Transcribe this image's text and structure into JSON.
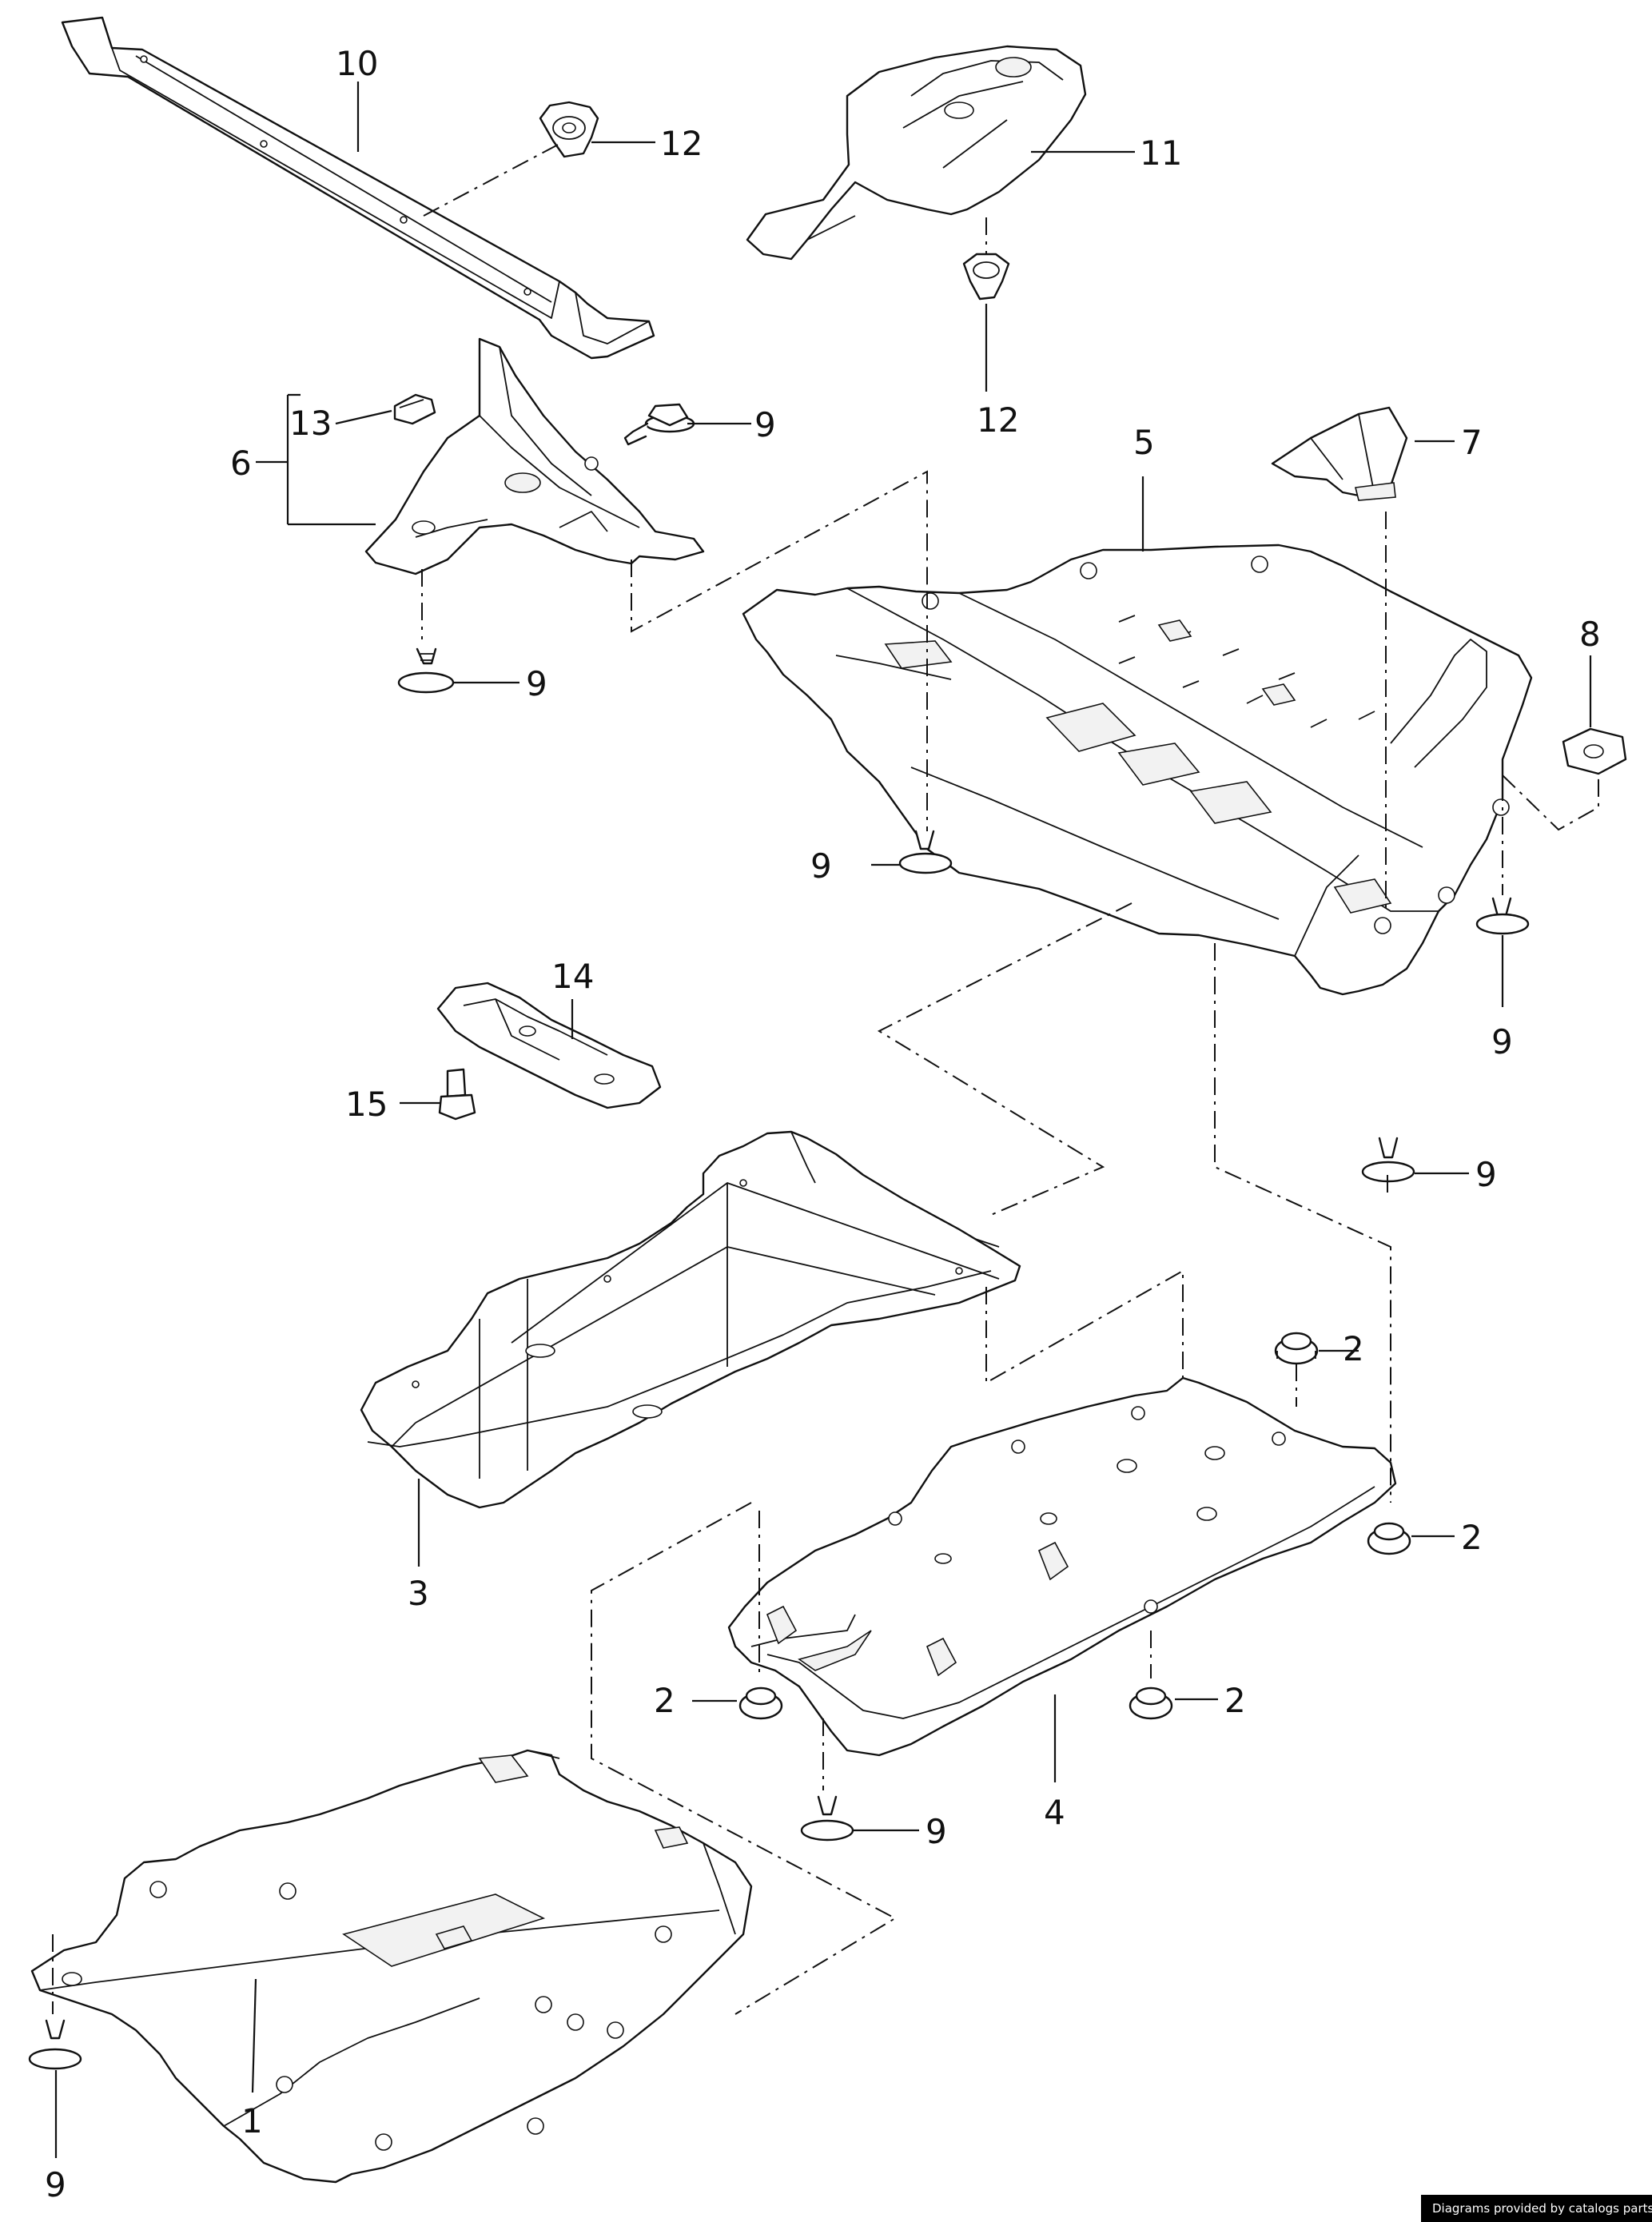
{
  "callouts": {
    "c1": "1",
    "c2": "2",
    "c3": "3",
    "c4": "4",
    "c5": "5",
    "c6": "6",
    "c7": "7",
    "c8": "8",
    "c9": "9",
    "c10": "10",
    "c11": "11",
    "c12": "12",
    "c13": "13",
    "c14": "14",
    "c15": "15"
  },
  "credit": "Diagrams provided by catalogs parts"
}
